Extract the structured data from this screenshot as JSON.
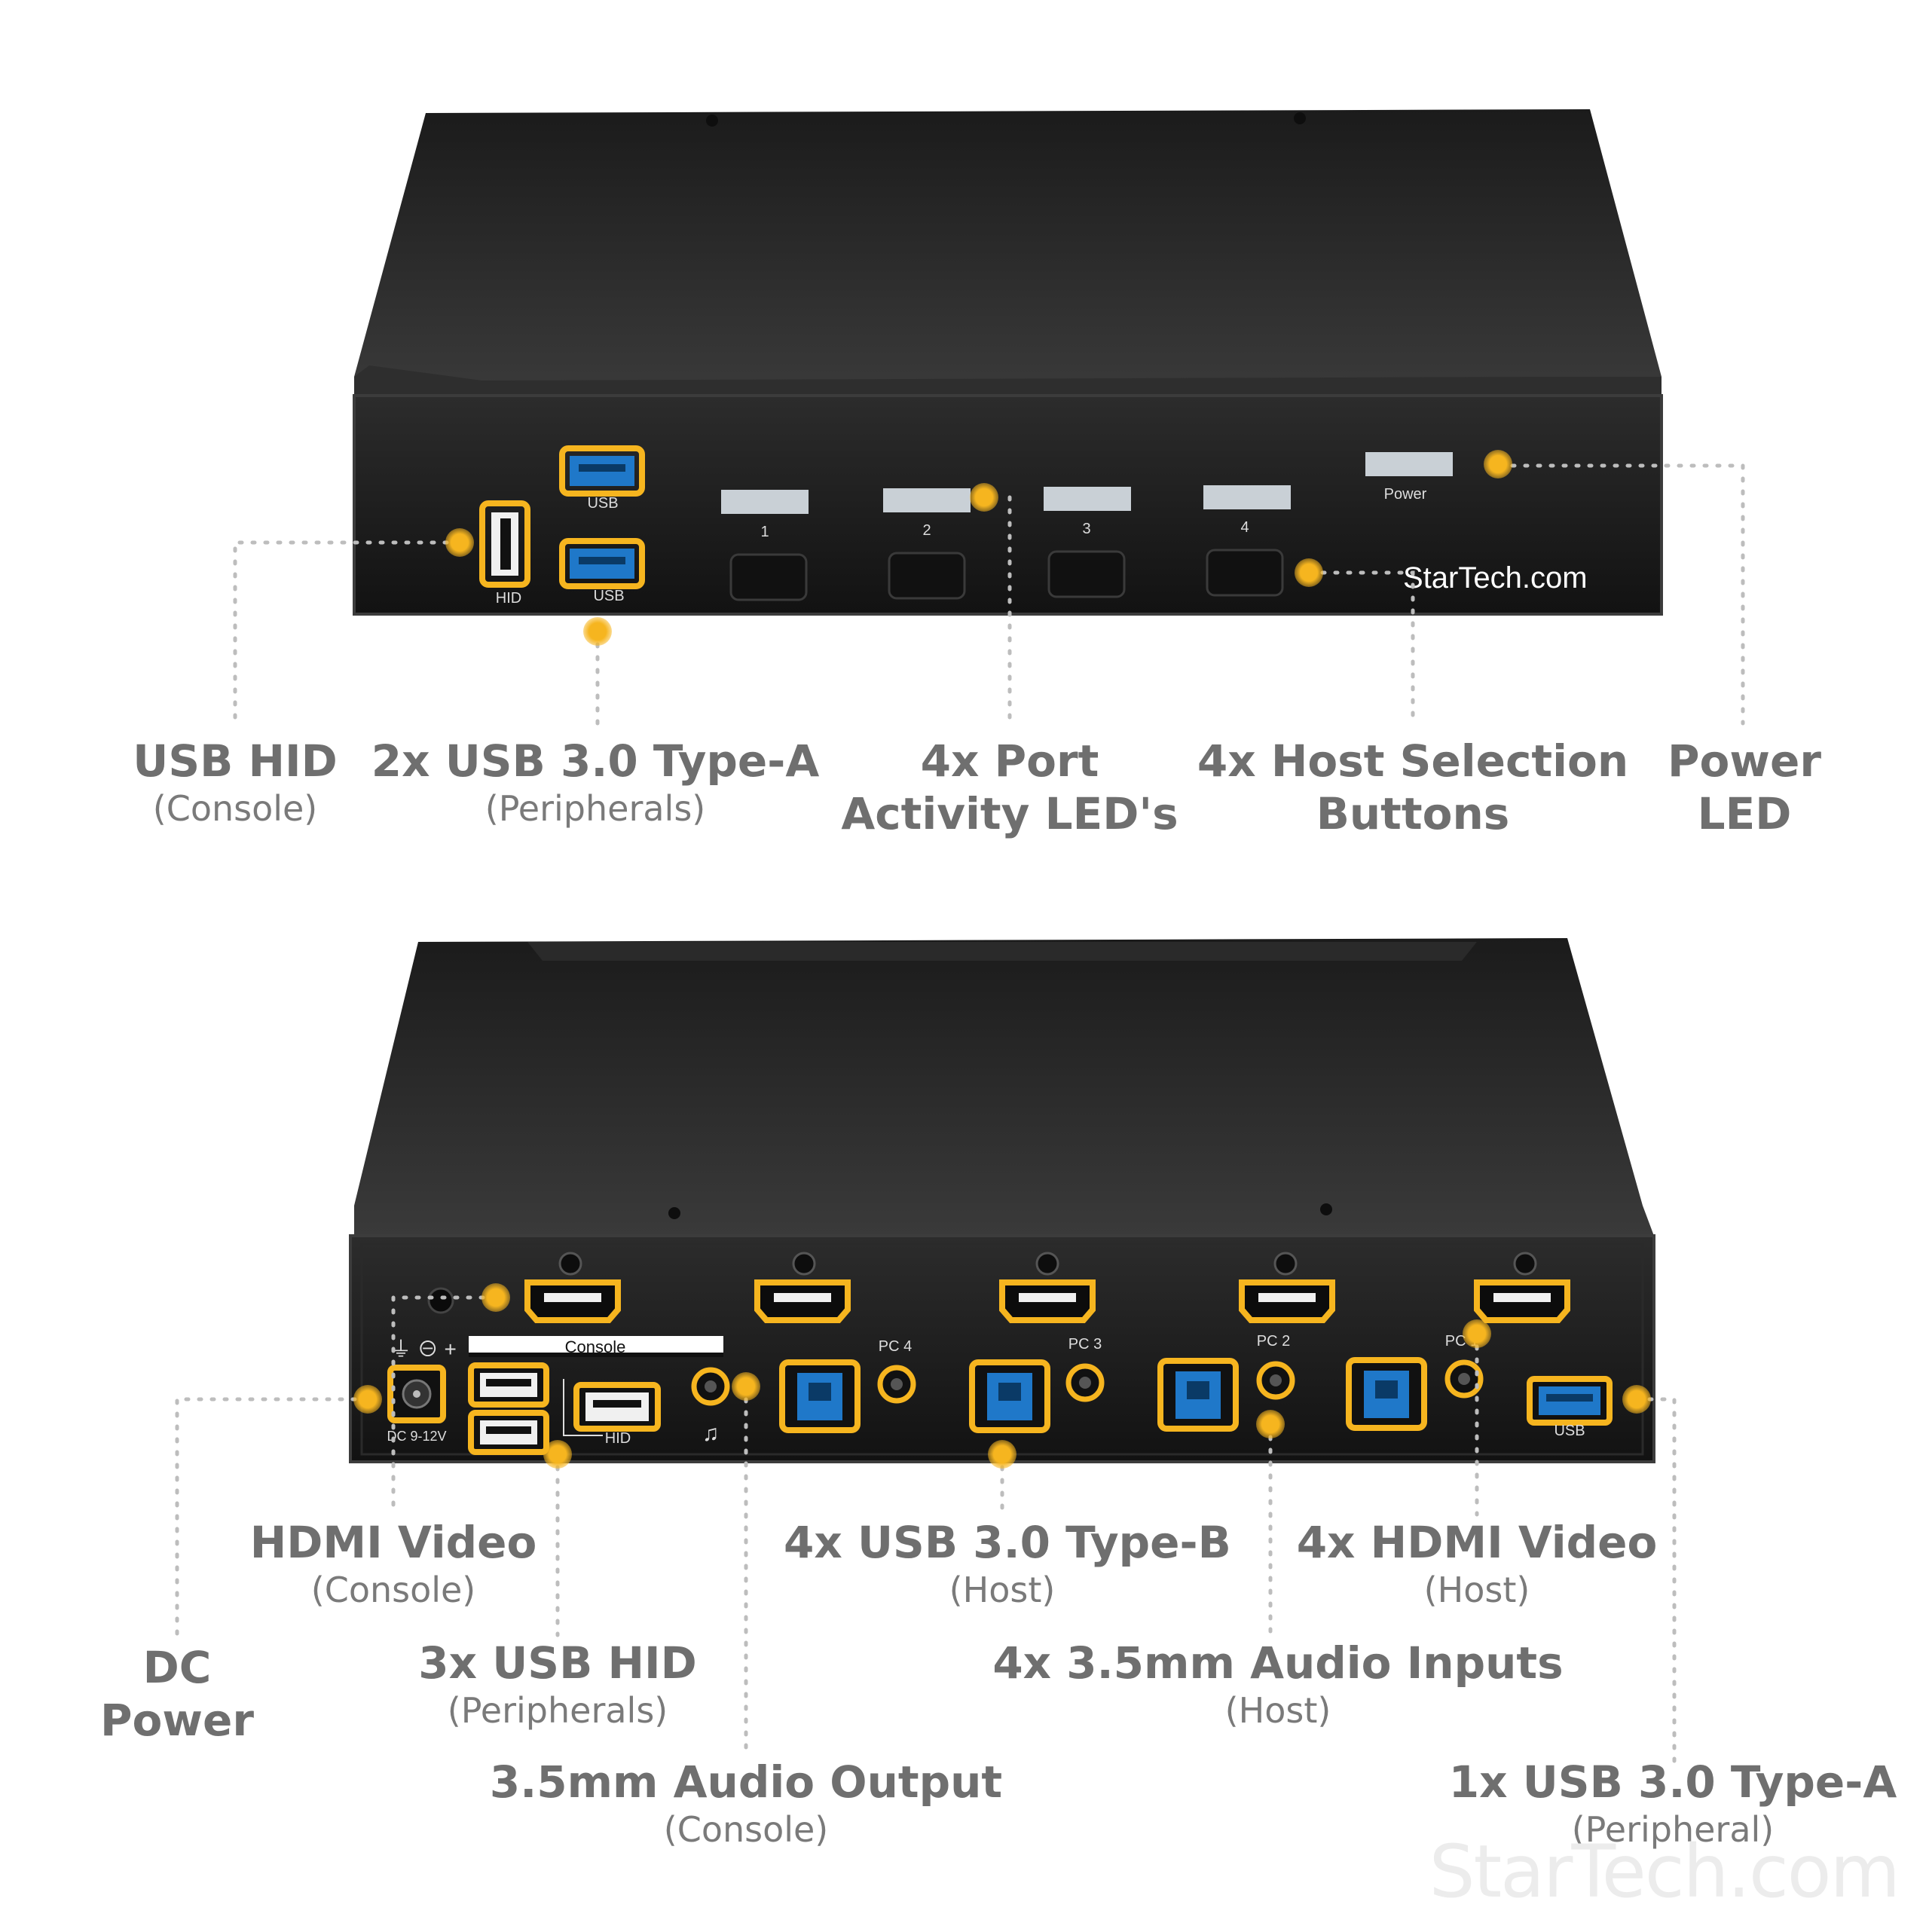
{
  "brand": {
    "logo_text": "StarTech.com",
    "watermark": "StarTech.com"
  },
  "colors": {
    "panel": "#1a1a1a",
    "panel_top": "#2b2b2b",
    "highlight": "#f6b51f",
    "usb3_blue": "#1f78c9",
    "led": "#c9d0d6",
    "label_text": "#6f6f6f",
    "dotted_line": "#bdbdbd"
  },
  "front_panel": {
    "usb_label_1": "USB",
    "usb_label_2": "USB",
    "hid_label": "HID",
    "port_numbers": [
      "1",
      "2",
      "3",
      "4"
    ],
    "power_label": "Power"
  },
  "rear_panel": {
    "console_label": "Console",
    "hid_label": "HID",
    "dc_label": "DC 9-12V",
    "pc_labels": [
      "PC 4",
      "PC 3",
      "PC 2",
      "PC 1"
    ],
    "usb_label": "USB"
  },
  "callouts_front": [
    {
      "title": "USB HID",
      "subtitle": "(Console)"
    },
    {
      "title": "2x USB 3.0 Type-A",
      "subtitle": "(Peripherals)"
    },
    {
      "title_line1": "4x Port",
      "title_line2": "Activity LED's"
    },
    {
      "title_line1": "4x Host Selection",
      "title_line2": "Buttons"
    },
    {
      "title_line1": "Power",
      "title_line2": "LED"
    }
  ],
  "callouts_rear": {
    "hdmi_console": {
      "title": "HDMI Video",
      "subtitle": "(Console)"
    },
    "dc_power": {
      "title_line1": "DC",
      "title_line2": "Power"
    },
    "usb_hid_periph": {
      "title": "3x USB HID",
      "subtitle": "(Peripherals)"
    },
    "audio_output": {
      "title": "3.5mm Audio Output",
      "subtitle": "(Console)"
    },
    "usb_typeb": {
      "title": "4x USB 3.0 Type-B",
      "subtitle": "(Host)"
    },
    "hdmi_host": {
      "title": "4x HDMI Video",
      "subtitle": "(Host)"
    },
    "audio_inputs": {
      "title": "4x 3.5mm Audio Inputs",
      "subtitle": "(Host)"
    },
    "usb_typea_periph": {
      "title": "1x USB 3.0 Type-A",
      "subtitle": "(Peripheral)"
    }
  }
}
